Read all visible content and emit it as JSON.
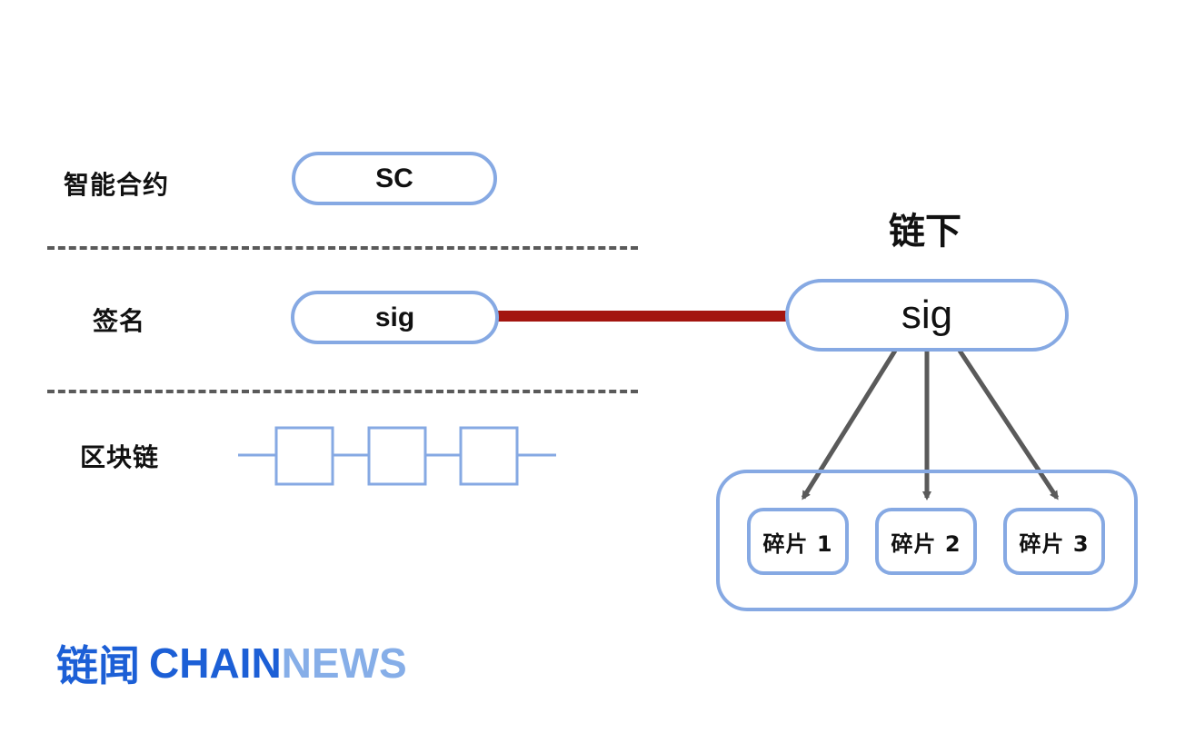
{
  "rows": {
    "contract": {
      "label": "智能合约",
      "pill": "SC"
    },
    "signature": {
      "label": "签名",
      "pill": "sig"
    },
    "blockchain": {
      "label": "区块链"
    }
  },
  "offchain": {
    "title": "链下",
    "sig": "sig",
    "fragments": [
      "碎片 1",
      "碎片 2",
      "碎片 3"
    ]
  },
  "brand": {
    "cn": "链闻",
    "en_part1": "CHAIN",
    "en_part2": "NEWS"
  },
  "colors": {
    "node_border": "#86a9e3",
    "link_red": "#a3150f",
    "arrow_gray": "#5a5a5a",
    "brand_blue": "#1c5fd6",
    "brand_light": "#86aee8"
  }
}
